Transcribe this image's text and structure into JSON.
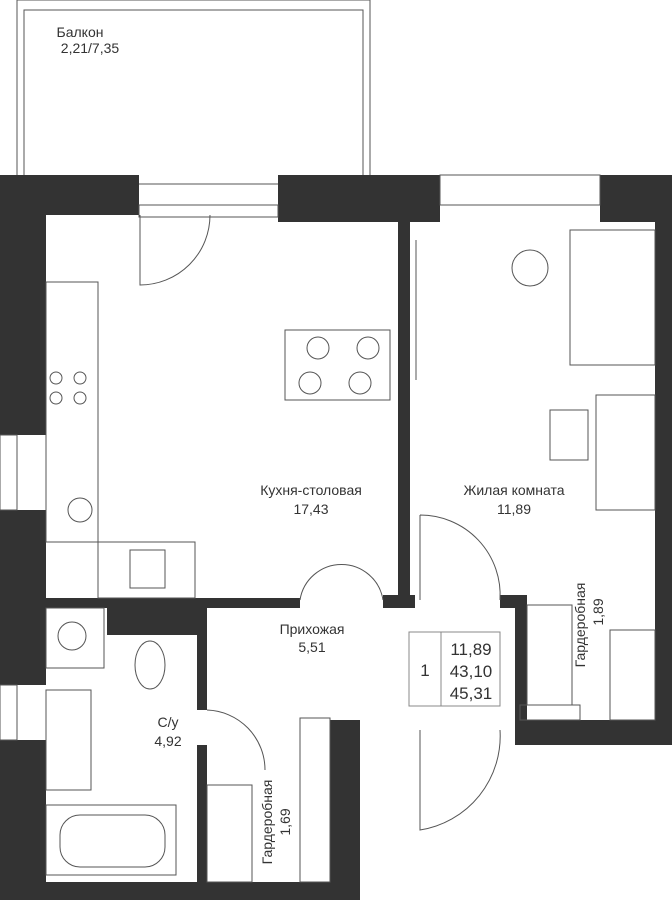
{
  "rooms": {
    "balcony": {
      "name": "Балкон",
      "area": "2,21/7,35"
    },
    "kitchen": {
      "name": "Кухня-столовая",
      "area": "17,43"
    },
    "living": {
      "name": "Жилая комната",
      "area": "11,89"
    },
    "hall": {
      "name": "Прихожая",
      "area": "5,51"
    },
    "bathroom": {
      "name": "С/у",
      "area": "4,92"
    },
    "wardrobe1": {
      "name": "Гардеробная",
      "area": "1,89"
    },
    "wardrobe2": {
      "name": "Гардеробная",
      "area": "1,69"
    }
  },
  "summary": {
    "rooms_count": "1",
    "living_area": "11,89",
    "total_area": "43,10",
    "total_with_balcony": "45,31"
  },
  "colors": {
    "wall": "#333333",
    "line": "#555555"
  }
}
